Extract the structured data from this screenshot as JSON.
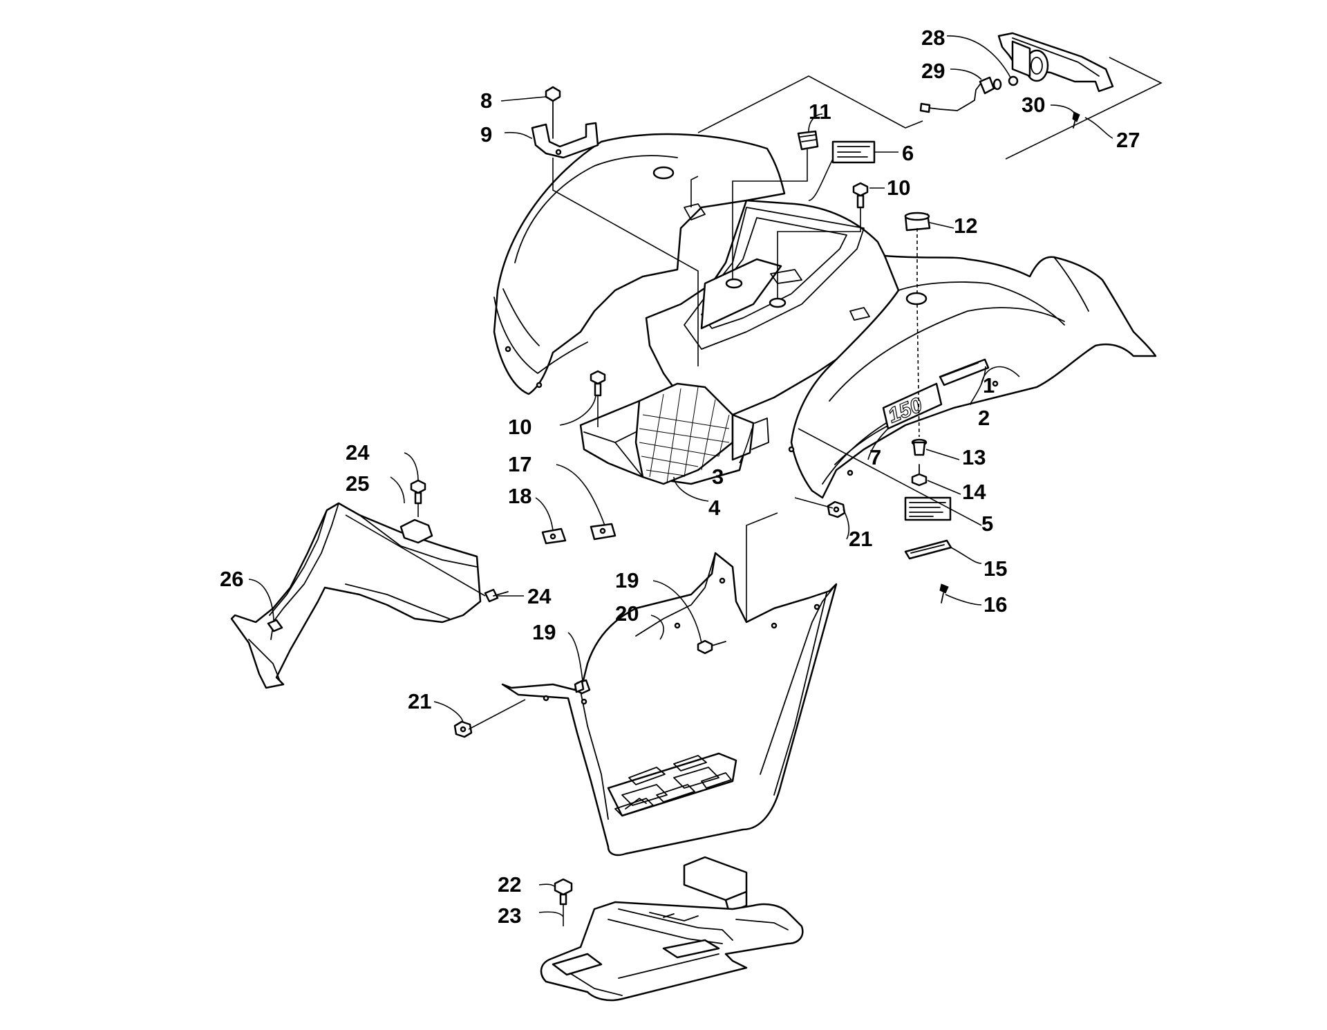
{
  "diagram": {
    "type": "exploded-parts-diagram",
    "colors": {
      "line": "#000000",
      "background": "#ffffff"
    },
    "fender_decal_text": "150",
    "callouts": [
      {
        "id": "c1",
        "label": "1"
      },
      {
        "id": "c2",
        "label": "2"
      },
      {
        "id": "c3",
        "label": "3"
      },
      {
        "id": "c4",
        "label": "4"
      },
      {
        "id": "c5",
        "label": "5"
      },
      {
        "id": "c6",
        "label": "6"
      },
      {
        "id": "c7",
        "label": "7"
      },
      {
        "id": "c8",
        "label": "8"
      },
      {
        "id": "c9",
        "label": "9"
      },
      {
        "id": "c10a",
        "label": "10"
      },
      {
        "id": "c10b",
        "label": "10"
      },
      {
        "id": "c11",
        "label": "11"
      },
      {
        "id": "c12",
        "label": "12"
      },
      {
        "id": "c13",
        "label": "13"
      },
      {
        "id": "c14",
        "label": "14"
      },
      {
        "id": "c15",
        "label": "15"
      },
      {
        "id": "c16",
        "label": "16"
      },
      {
        "id": "c17",
        "label": "17"
      },
      {
        "id": "c18",
        "label": "18"
      },
      {
        "id": "c19a",
        "label": "19"
      },
      {
        "id": "c19b",
        "label": "19"
      },
      {
        "id": "c20",
        "label": "20"
      },
      {
        "id": "c21a",
        "label": "21"
      },
      {
        "id": "c21b",
        "label": "21"
      },
      {
        "id": "c22",
        "label": "22"
      },
      {
        "id": "c23",
        "label": "23"
      },
      {
        "id": "c24a",
        "label": "24"
      },
      {
        "id": "c24b",
        "label": "24"
      },
      {
        "id": "c25",
        "label": "25"
      },
      {
        "id": "c26",
        "label": "26"
      },
      {
        "id": "c27",
        "label": "27"
      },
      {
        "id": "c28",
        "label": "28"
      },
      {
        "id": "c29",
        "label": "29"
      },
      {
        "id": "c30",
        "label": "30"
      }
    ]
  }
}
